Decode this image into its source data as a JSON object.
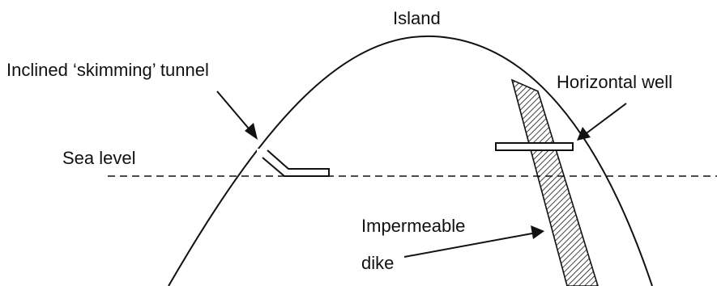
{
  "labels": {
    "island": "Island",
    "skimming_tunnel": "Inclined ‘skimming’ tunnel",
    "horizontal_well": "Horizontal well",
    "sea_level": "Sea level",
    "dike_line1": "Impermeable",
    "dike_line2": "dike"
  },
  "colors": {
    "ink": "#111111",
    "background": "#ffffff"
  }
}
